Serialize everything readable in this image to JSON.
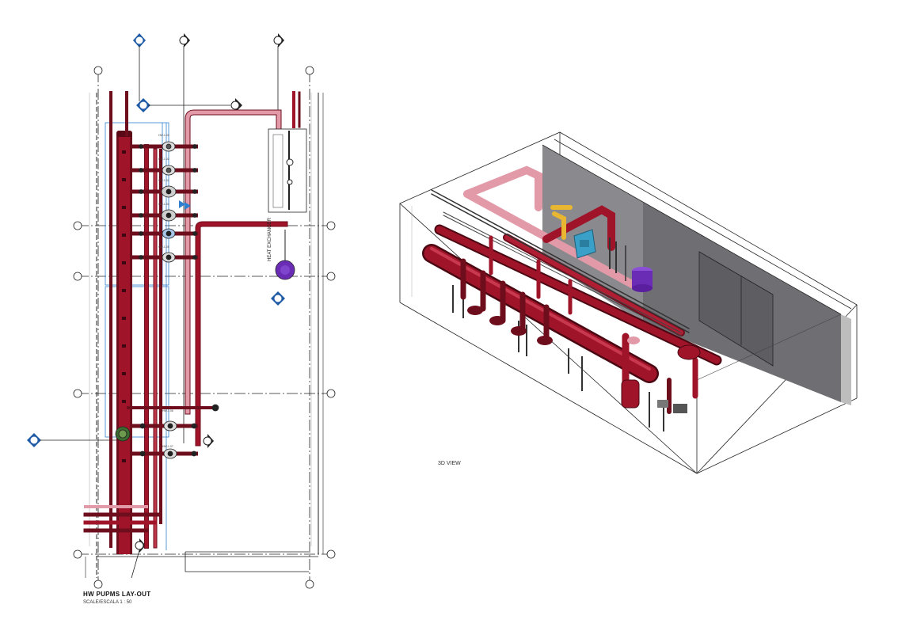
{
  "plan": {
    "title": "HW PUPMS  LAY-OUT",
    "scale": "SCALE/ESCALA 1 : 50",
    "equipment_label": "HEAT EXCHANGER",
    "pump_tags": [
      "HW-1.03",
      "HW-1.02",
      "HW-1.01",
      "HW-1.04",
      "HW-1.05",
      "HW-1.06",
      "HW-1.07"
    ]
  },
  "view3d": {
    "label": "3D VIEW"
  },
  "colors": {
    "pipe_red": "#a0142a",
    "pipe_dark": "#6e0d1c",
    "pipe_pink": "#e39aa8",
    "pipe_yellow": "#e8b630",
    "wall_gray": "#6f6f73",
    "section_blue": "#1f5aa6",
    "tank_purple": "#6a2bb5",
    "panel_cyan": "#3aa0c8"
  }
}
